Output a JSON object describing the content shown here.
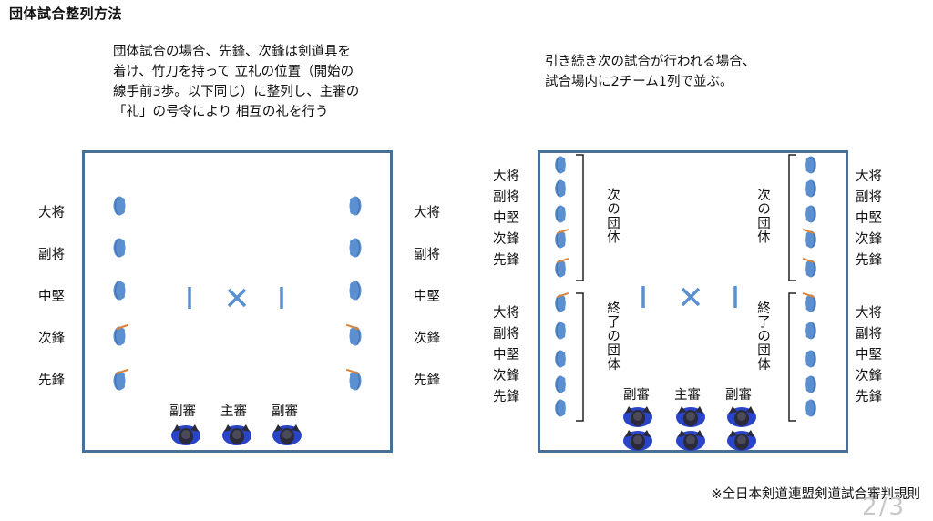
{
  "title": "団体試合整列方法",
  "left_description": [
    "団体試合の場合、先鋒、次鋒は剣道具を",
    "着け、竹刀を持って 立礼の位置（開始の",
    "線手前3歩。以下同じ）に整列し、主審の",
    "「礼」の号令により 相互の礼を行う"
  ],
  "right_description": [
    "引き続き次の試合が行われる場合、",
    "試合場内に2チーム1列で並ぶ。"
  ],
  "positions": [
    "大将",
    "副将",
    "中堅",
    "次鋒",
    "先鋒"
  ],
  "referees": [
    "副審",
    "主審",
    "副審"
  ],
  "next_team_label": "次の団体",
  "finished_team_label": "終了の団体",
  "source_note": "※全日本剣道連盟剣道試合審判規則",
  "page_number": "2/3",
  "colors": {
    "court_border": "#4a6f95",
    "player": "#5b8fd0",
    "referee": "#2a2a3a",
    "referee_accent": "#2a44c8",
    "mark": "#5b8fd0",
    "shinai": "#d9843a"
  }
}
